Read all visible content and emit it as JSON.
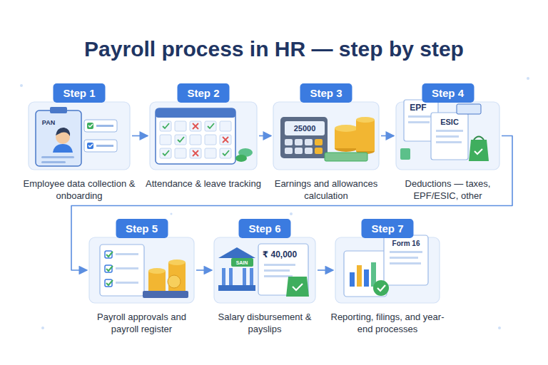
{
  "diagram": {
    "title": "Payroll process in HR — step by step",
    "nodes": [
      {
        "text": [
          "Step 1",
          "Employee data collection & onboarding"
        ]
      },
      {
        "text": [
          "Step 2",
          "Attendance & leave tracking"
        ]
      },
      {
        "text": [
          "Step 3",
          "Earnings and allowances calculation"
        ]
      },
      {
        "text": [
          "Step 4",
          "Deductions — taxes, EPF/ESIC, other"
        ]
      },
      {
        "text": [
          "Step 5",
          "Payroll approvals and payroll register"
        ]
      },
      {
        "text": [
          "Step 6",
          "Salary disbursement & payslips"
        ]
      },
      {
        "text": [
          "Step 7",
          "Reporting, filings, and year-end processes"
        ]
      }
    ],
    "edges": [
      {
        "from": 0,
        "to": 1,
        "arrow": "to"
      },
      {
        "from": 1,
        "to": 2,
        "arrow": "to"
      },
      {
        "from": 2,
        "to": 3,
        "arrow": "to"
      },
      {
        "from": 3,
        "to": 4,
        "arrow": "to"
      },
      {
        "from": 4,
        "to": 5,
        "arrow": "to"
      },
      {
        "from": 5,
        "to": 6,
        "arrow": "to"
      }
    ],
    "labels": [
      "PAN",
      "25000",
      "EPF",
      "ESIC",
      "SAIN",
      "₹ 40,000",
      "Form 16"
    ]
  }
}
